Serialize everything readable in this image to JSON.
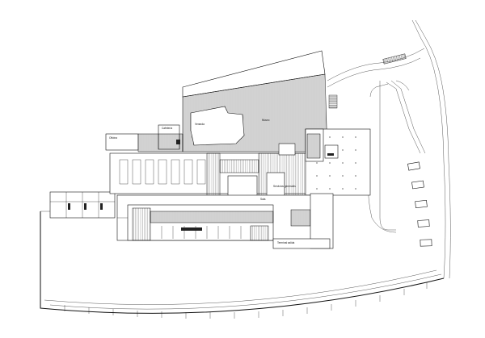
{
  "plan": {
    "labels": {
      "top_hall": "Veranda",
      "right_hall": "Museo",
      "small_room": "Cafetería",
      "office": "Oficina",
      "lower_center": "Sala",
      "center_block": "Servicios generales",
      "bottom_right": "Terminal salida"
    }
  }
}
